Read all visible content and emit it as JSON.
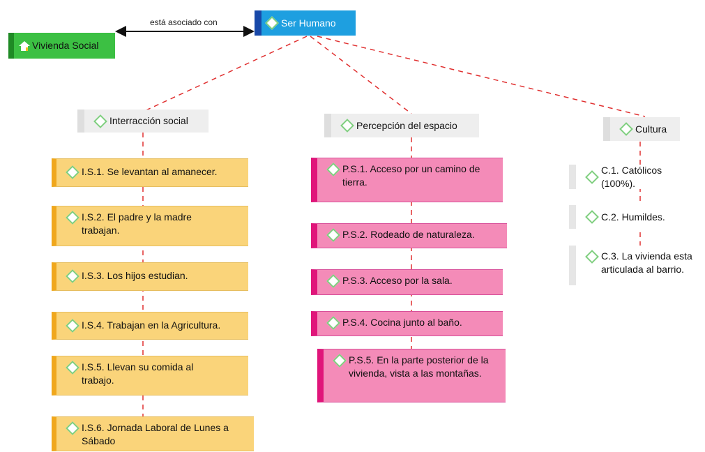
{
  "central": {
    "label": "Ser Humano"
  },
  "linked": {
    "label": "Vivienda Social"
  },
  "relation": {
    "label": "está asociado con"
  },
  "categories": [
    {
      "label": "Interracción social"
    },
    {
      "label": "Percepción del espacio"
    },
    {
      "label": "Cultura"
    }
  ],
  "interaccion": [
    "I.S.1. Se levantan al amanecer.",
    "I.S.2. El padre y la madre trabajan.",
    "I.S.3. Los hijos estudian.",
    "I.S.4. Trabajan en la Agricultura.",
    "I.S.5. Llevan su comida al trabajo.",
    "I.S.6. Jornada Laboral de Lunes a Sábado"
  ],
  "percepcion": [
    "P.S.1. Acceso por un camino de tierra.",
    "P.S.2. Rodeado de naturaleza.",
    "P.S.3. Acceso por la sala.",
    "P.S.4. Cocina junto al baño.",
    "P.S.5. En la parte posterior de la vivienda, vista a las montañas."
  ],
  "cultura": [
    "C.1. Católicos (100%).",
    "C.2. Humildes.",
    "C.3. La vivienda esta articulada al barrio."
  ],
  "colors": {
    "human": "#1e9fe0",
    "vivienda": "#3cc043",
    "interaccion": "#fad47a",
    "percepcion": "#f48bb8",
    "link": "#e03030"
  }
}
